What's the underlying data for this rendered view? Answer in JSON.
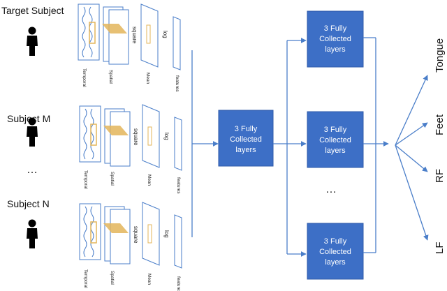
{
  "colors": {
    "accent": "#3d6fc6",
    "line": "#4a7ec9",
    "highlight": "#e3b55a"
  },
  "subjects": [
    {
      "label": "Target Subject",
      "icon": "person-icon"
    },
    {
      "label": "Subject M",
      "icon": "person-icon"
    },
    {
      "label": "…",
      "icon": ""
    },
    {
      "label": "Subject N",
      "icon": "person-icon"
    }
  ],
  "layer_labels": {
    "temporal": "Temporal",
    "spatial": "Spatial",
    "mean": "Mean",
    "features": "features",
    "square": "square",
    "log": "log"
  },
  "fc_label": {
    "line1": "3 Fully",
    "line2": "Collected",
    "line3": "layers"
  },
  "column_dots": "…",
  "outputs": [
    "Tongue",
    "Feet",
    "RF",
    "LF"
  ]
}
